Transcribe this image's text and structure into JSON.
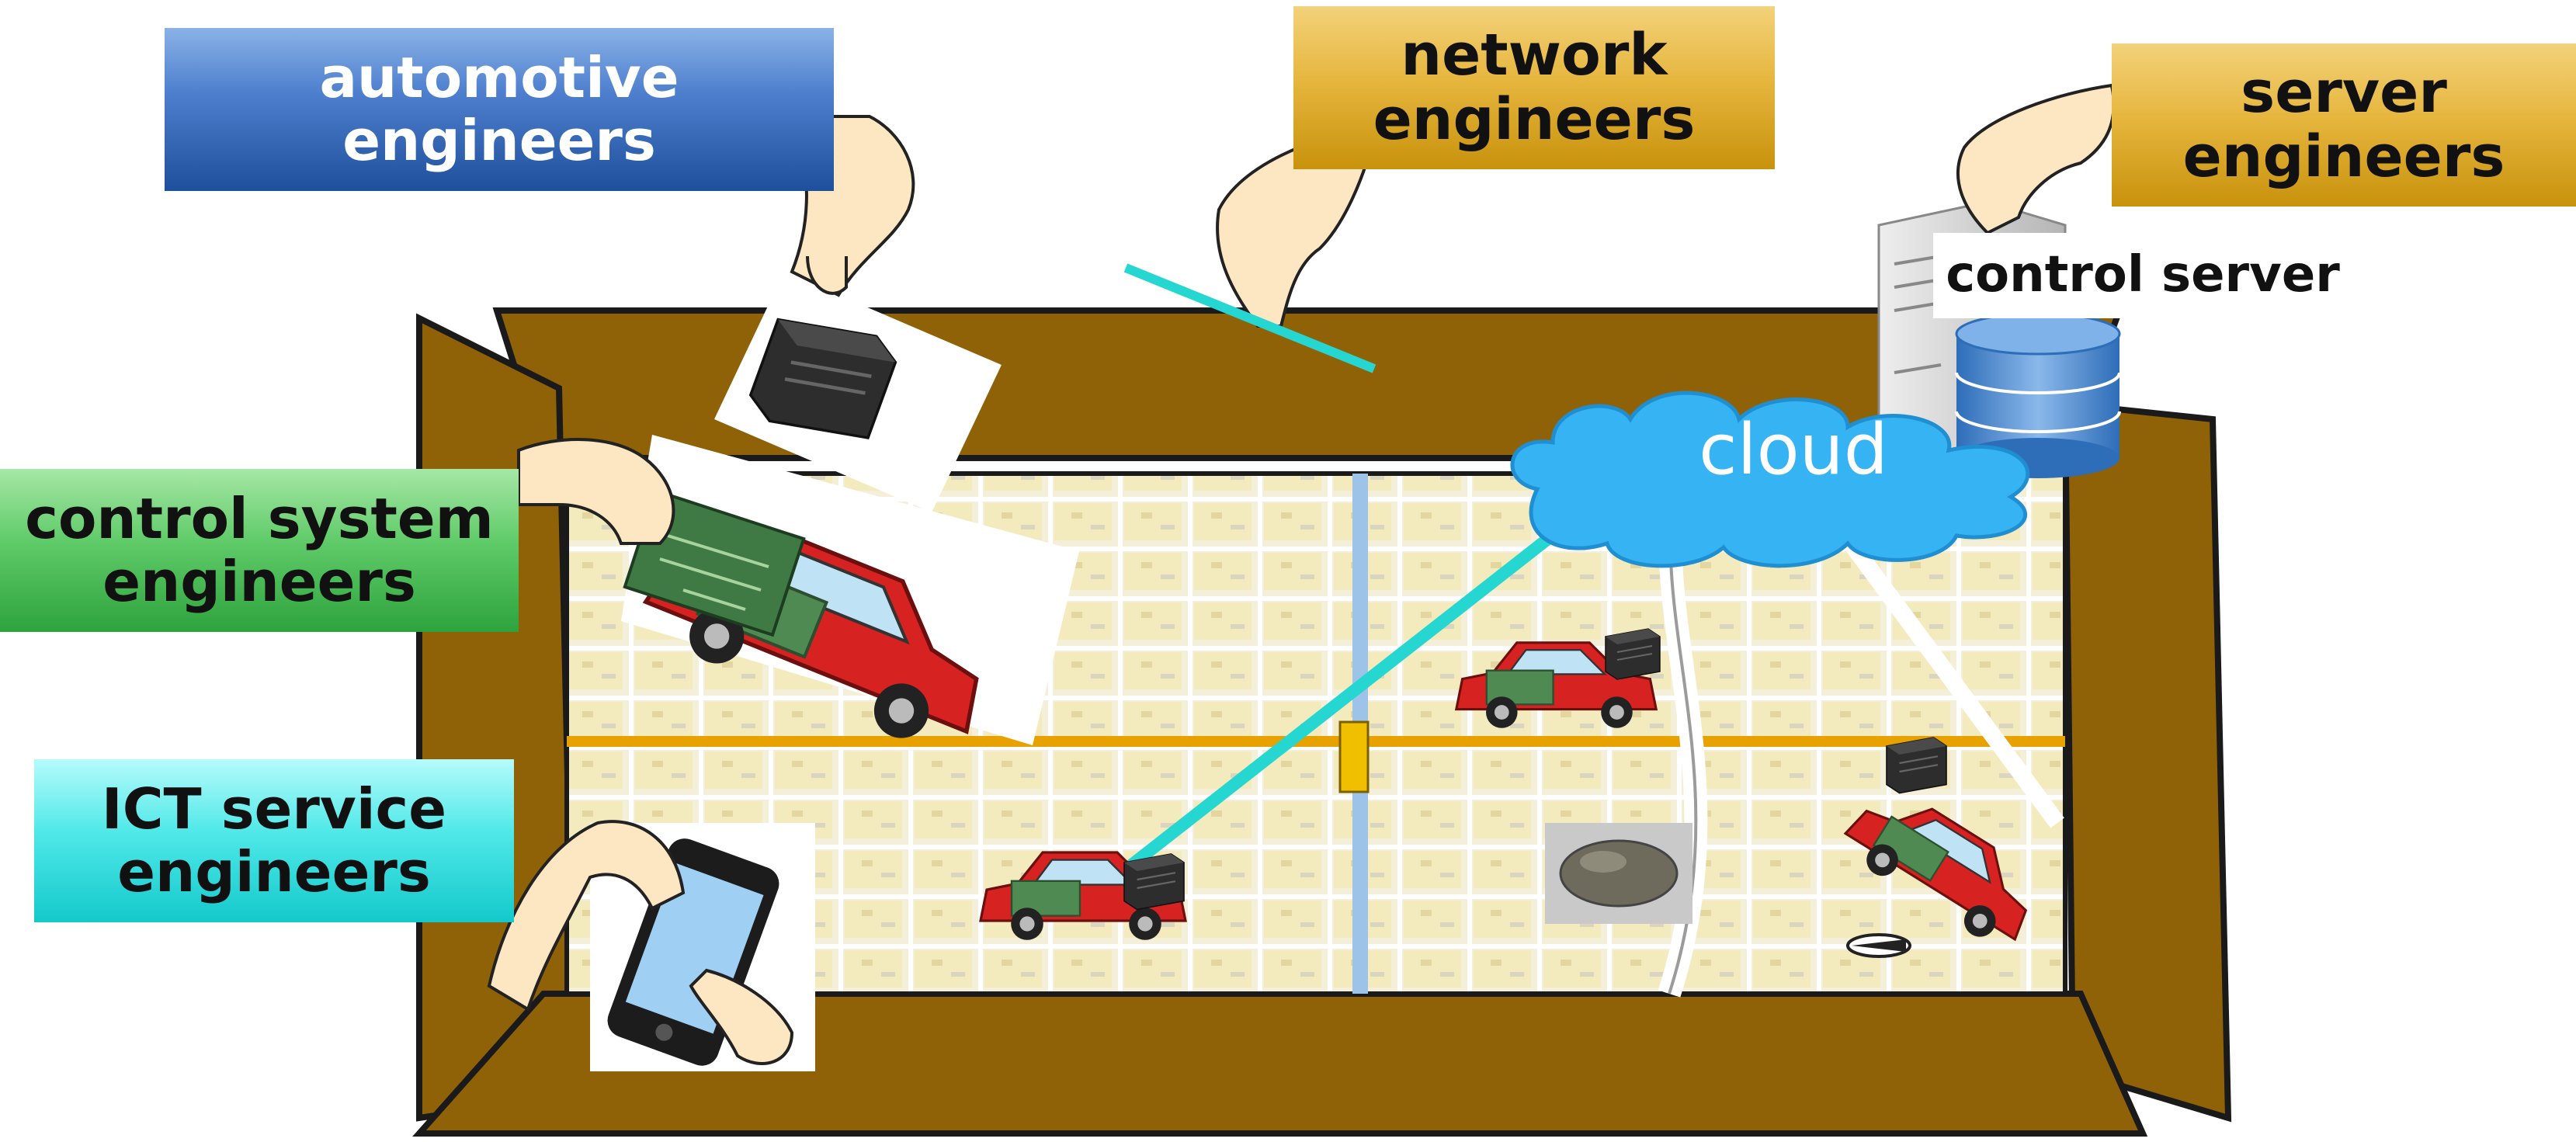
{
  "labels": {
    "automotive": [
      "automotive",
      "engineers"
    ],
    "network": [
      "network",
      "engineers"
    ],
    "server": [
      "server",
      "engineers"
    ],
    "control_system": [
      "control system",
      "engineers"
    ],
    "ict": [
      "ICT service",
      "engineers"
    ],
    "control_server": "control server",
    "cloud": "cloud"
  },
  "colors": {
    "box": "#8f6208",
    "box_outline": "#1a1a1a",
    "map_background": "#f4efd8",
    "map_block": "#f2e6a8",
    "road": "#ffffff",
    "highway": "#f0b800",
    "link_line": "#26d6d0",
    "cloud": "#35b3f3",
    "car_body": "#d72222",
    "server_db": "#4a87c8",
    "hand_skin": "#fde6c2"
  },
  "icons": [
    "hand-icon",
    "ecu-icon",
    "car-icon",
    "server-tower-icon",
    "database-icon",
    "smartphone-icon",
    "rock-icon",
    "compass-icon"
  ]
}
